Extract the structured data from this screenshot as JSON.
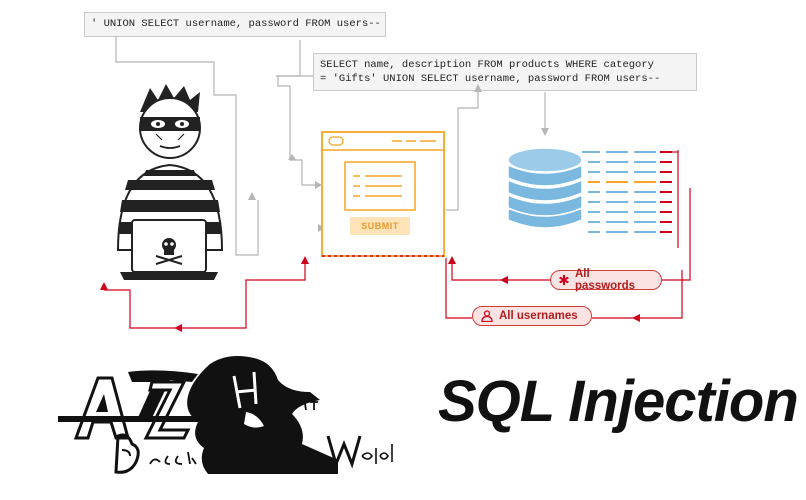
{
  "queries": {
    "payload": "' UNION SELECT username, password FROM users--",
    "full_query": "SELECT name, description FROM products WHERE category\n= 'Gifts' UNION SELECT username, password FROM users--"
  },
  "form": {
    "submit_label": "SUBMIT"
  },
  "results": {
    "passwords_label": "All passwords",
    "usernames_label": "All usernames"
  },
  "logo": {
    "text": "AZ Black Hat World"
  },
  "title": "SQL Injection",
  "colors": {
    "accent_orange": "#f5a623",
    "alert_red": "#d0021b",
    "db_blue": "#7ab8e0",
    "line_gray": "#b5b5b5"
  }
}
